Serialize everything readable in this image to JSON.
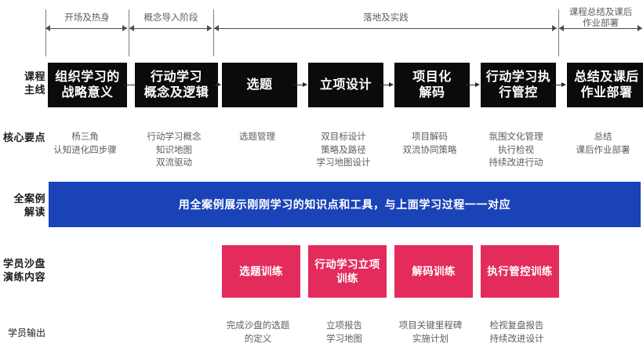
{
  "colors": {
    "black_box": "#0b0b0b",
    "banner_blue": "#1a43b8",
    "training_pink": "#e32c5c",
    "axis_grey": "#5d5d5d",
    "text_grey": "#5d5d5d",
    "label_dark": "#1b1b1b"
  },
  "phases": [
    {
      "label": "开场及热身"
    },
    {
      "label": "概念导入阶段"
    },
    {
      "label": "落地及实践"
    },
    {
      "label": "课程总结及课后\n作业部署"
    }
  ],
  "rows": {
    "main_line": {
      "label": "课程\n主线"
    },
    "key_points": {
      "label": "核心要点"
    },
    "case_study": {
      "label": "全案例\n解读"
    },
    "sandbox": {
      "label": "学员沙盘\n演练内容"
    },
    "output": {
      "label": "学员输出"
    }
  },
  "process_boxes": [
    {
      "text": "组织学习的\n战略意义"
    },
    {
      "text": "行动学习\n概念及逻辑"
    },
    {
      "text": "选题"
    },
    {
      "text": "立项设计"
    },
    {
      "text": "项目化\n解码"
    },
    {
      "text": "行动学习执\n行管控"
    },
    {
      "text": "总结及课后\n作业部署"
    }
  ],
  "key_points": [
    {
      "text": "杨三角\n认知进化四步骤"
    },
    {
      "text": "行动学习概念\n知识地图\n双流驱动"
    },
    {
      "text": "选题管理"
    },
    {
      "text": "双目标设计\n策略及路径\n学习地图设计"
    },
    {
      "text": "项目解码\n双流协同策略"
    },
    {
      "text": "氛围文化管理\n执行检视\n持续改进行动"
    },
    {
      "text": "总结\n课后作业部署"
    }
  ],
  "case_banner": {
    "text": "用全案例展示刚刚学习的知识点和工具，与上面学习过程一一对应"
  },
  "training_boxes": [
    {
      "text": "选题训练"
    },
    {
      "text": "行动学习立项\n训练"
    },
    {
      "text": "解码训练"
    },
    {
      "text": "执行管控训练"
    }
  ],
  "outputs": [
    {
      "text": "完成沙盘的选题\n的定义"
    },
    {
      "text": "立项报告\n学习地图"
    },
    {
      "text": "项目关键里程碑\n实施计划"
    },
    {
      "text": "检视复盘报告\n持续改进设计"
    }
  ]
}
